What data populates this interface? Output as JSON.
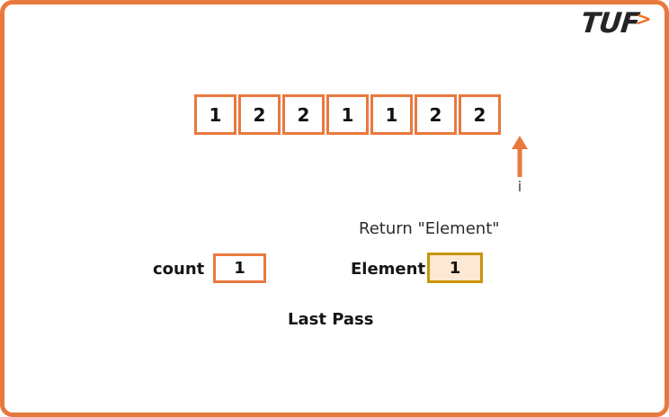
{
  "logo": {
    "text": "TUF",
    "chevron": ">"
  },
  "array": {
    "cells": [
      "1",
      "2",
      "2",
      "1",
      "1",
      "2",
      "2"
    ]
  },
  "pointer": {
    "label": "i"
  },
  "annotation": {
    "return_text": "Return \"Element\""
  },
  "count_row": {
    "label": "count",
    "value": "1"
  },
  "element_row": {
    "label": "Element",
    "value": "1"
  },
  "footer": {
    "label": "Last Pass"
  },
  "colors": {
    "accent_orange": "#E8793E",
    "logo_chevron_orange": "#F06F22",
    "element_border_gold": "#C9940A",
    "element_fill_peach": "#FCE8D3",
    "text_dark": "#1d1d1d"
  }
}
